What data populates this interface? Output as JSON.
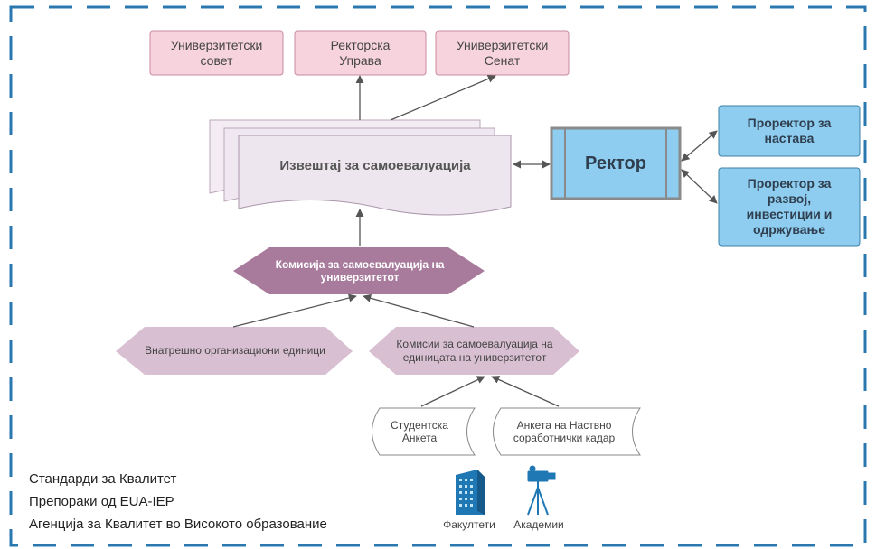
{
  "top_boxes": [
    {
      "label": "Универзитетски\nсовет"
    },
    {
      "label": "Ректорска\nУправа"
    },
    {
      "label": "Универзитетски\nСенат"
    }
  ],
  "report": {
    "label": "Извештај за самоевалуација"
  },
  "rector": {
    "label": "Ректор"
  },
  "prorectors": [
    {
      "label": "Проректор за\nнастава"
    },
    {
      "label": "Проректор за\nразвој,\nинвестиции и\nодржување"
    }
  ],
  "commission_main": {
    "label": "Комисија за самоевалуација на\nуниверзитетот"
  },
  "internal_units": {
    "label": "Внатрешно организациони единици"
  },
  "unit_commissions": {
    "label": "Комисии за самоевалуација на\nединицата на универзитетот"
  },
  "surveys": [
    {
      "label": "Студентска\nАнкета"
    },
    {
      "label": "Анкета на Наствно\nсоработнички кадар"
    }
  ],
  "notes": [
    "Стандарди за Квалитет",
    "Препораки од EUA-IEP",
    "Агенција за Квалитет во Високото образование"
  ],
  "icons": [
    {
      "name": "building-icon",
      "caption": "Факултети"
    },
    {
      "name": "camera-tripod-icon",
      "caption": "Академии"
    }
  ],
  "colors": {
    "pink_fill": "#f6d3dd",
    "pink_border": "#c98a9c",
    "blue_fill": "#8ecdf0",
    "blue_border": "#3d7fa6",
    "hex_main": "#a87b9d",
    "hex_light": "#d8bfd2",
    "report_fill": "#eee6ee",
    "frame": "#2b78b0"
  }
}
